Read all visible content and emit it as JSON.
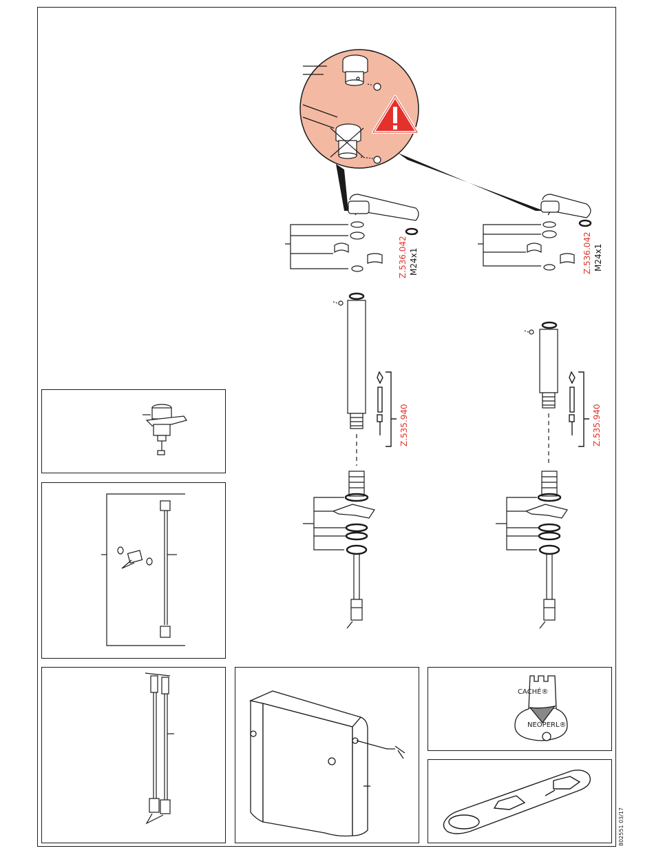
{
  "part_numbers": {
    "left_spout_part": "Z.536.042",
    "left_spout_thread": "M24x1",
    "right_spout_part": "Z.536.042",
    "right_spout_thread": "M24x1",
    "left_screw_set": "Z.535.940",
    "right_screw_set": "Z.535.940"
  },
  "brands": {
    "cache": "CACHÉ®",
    "neoperl": "NEOPERL®"
  },
  "document_code": "802551 03/17",
  "colors": {
    "detail_fill": "#f4b9a3",
    "warning_red": "#e3322b",
    "line": "#1a1a1a"
  },
  "icons": [
    "warning-triangle-icon",
    "cross-mark-icon"
  ]
}
